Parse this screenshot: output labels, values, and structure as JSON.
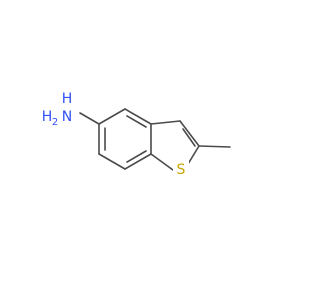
{
  "molecule": {
    "atoms": [
      {
        "id": "N",
        "label": "H₂N",
        "label_main": "N",
        "label_h": "H",
        "label_h_sub": "2",
        "color": "#3050f8"
      },
      {
        "id": "S",
        "label": "S",
        "color": "#c8a400"
      },
      {
        "id": "C",
        "label": "",
        "color": "#4a4a4a"
      }
    ],
    "colors": {
      "bond": "#4a4a4a",
      "nitrogen": "#3050f8",
      "sulfur": "#c8a400",
      "background": "#ffffff"
    }
  }
}
